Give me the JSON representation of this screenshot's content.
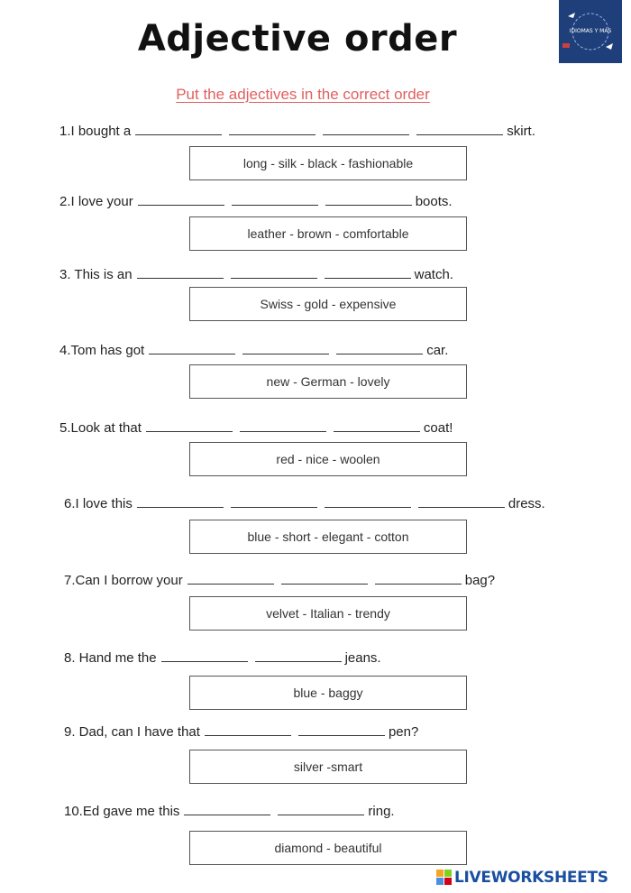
{
  "header": {
    "title": "Adjective order",
    "subtitle": "Put the adjectives in the correct order",
    "logo_text": "IDIOMAS Y MÁS"
  },
  "questions": [
    {
      "prefix": "1.I bought a",
      "blanks": 4,
      "suffix": "skirt.",
      "options": "long - silk - black - fashionable"
    },
    {
      "prefix": "2.I love your",
      "blanks": 3,
      "suffix": "boots.",
      "options": "leather - brown - comfortable"
    },
    {
      "prefix": "3. This is an",
      "blanks": 3,
      "suffix": "watch.",
      "options": "Swiss - gold - expensive"
    },
    {
      "prefix": "4.Tom has got",
      "blanks": 3,
      "suffix": "car.",
      "options": "new - German - lovely"
    },
    {
      "prefix": "5.Look at that",
      "blanks": 3,
      "suffix": "coat!",
      "options": "red - nice - woolen"
    },
    {
      "prefix": "6.I love this",
      "blanks": 4,
      "suffix": "dress.",
      "options": "blue - short - elegant - cotton"
    },
    {
      "prefix": "7.Can I borrow your",
      "blanks": 3,
      "suffix": "bag?",
      "options": "velvet - Italian - trendy"
    },
    {
      "prefix": "8. Hand me the",
      "blanks": 2,
      "suffix": "jeans.",
      "options": "blue - baggy"
    },
    {
      "prefix": "9. Dad, can I have that",
      "blanks": 2,
      "suffix": "pen?",
      "options": "silver -smart"
    },
    {
      "prefix": "10.Ed gave me this",
      "blanks": 2,
      "suffix": "ring.",
      "options": "diamond - beautiful"
    }
  ],
  "footer": {
    "brand": "LIVEWORKSHEETS",
    "colors": {
      "brand": "#1a4fa0",
      "subtitle": "#e06060",
      "logo_bg": "#1f3f7a"
    }
  }
}
